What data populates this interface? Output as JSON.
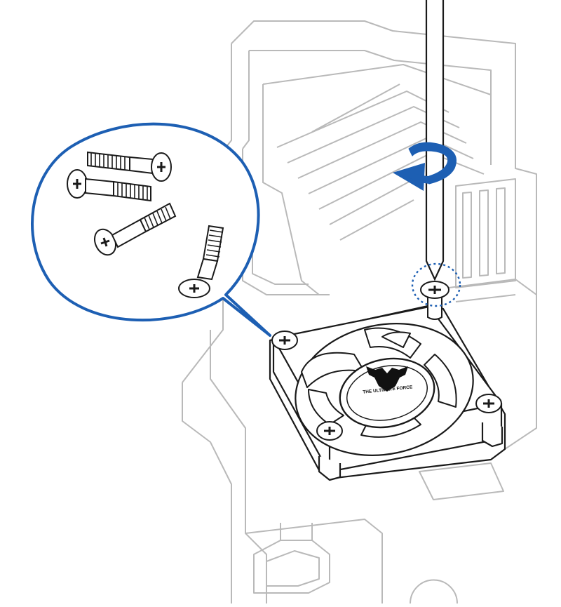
{
  "logo": {
    "text": "THE ULTIMATE FORCE",
    "icon": "tuf-eagle-logo"
  },
  "colors": {
    "background": "#ffffff",
    "board_outline": "#b9b9b9",
    "part_outline": "#1a1a1a",
    "accent_blue": "#1d5fb3",
    "logo_fill": "#111111"
  },
  "icons": {
    "rotation_arrow": "clockwise-rotation-arrow-icon",
    "screw_highlight": "dotted-circle-highlight-icon",
    "screwdriver": "screwdriver-icon",
    "screw": "phillips-screw-icon"
  },
  "screw_count": 4
}
